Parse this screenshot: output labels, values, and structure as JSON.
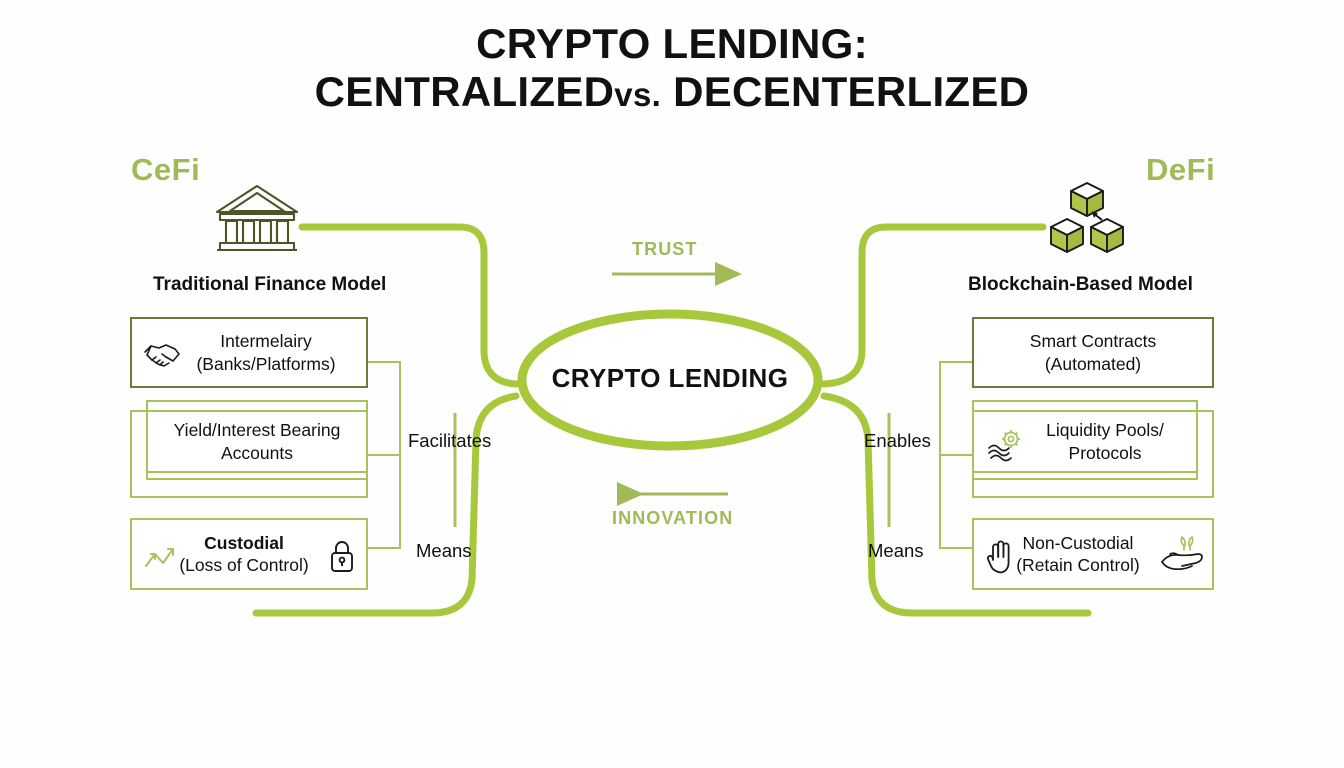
{
  "title": {
    "line1": "CRYPTO LENDING:",
    "line2_a": "CENTRALIZED",
    "line2_vs": "vs.",
    "line2_b": "DECENTERLIZED"
  },
  "colors": {
    "accent_bright": "#A8C83C",
    "accent_muted": "#9FBA57",
    "accent_line": "#A9C25C",
    "accent_dark": "#6E7A3A",
    "text": "#111111",
    "background": "#FEFEFE"
  },
  "center": {
    "label": "CRYPTO LENDING",
    "shape": "ellipse"
  },
  "flows": [
    {
      "id": "trust",
      "label": "TRUST",
      "direction": "right",
      "icon": "arrow-right-icon"
    },
    {
      "id": "innovation",
      "label": "INNOVATION",
      "direction": "left",
      "icon": "arrow-left-icon"
    }
  ],
  "left": {
    "tag": "CeFi",
    "model_label": "Traditional Finance Model",
    "top_icon": "bank-icon",
    "relations": [
      {
        "id": "facilitates",
        "label": "Facilitates"
      },
      {
        "id": "means",
        "label": "Means"
      }
    ],
    "boxes": [
      {
        "id": "intermediary",
        "lines": [
          "Intermelairy",
          "(Banks/Platforms)"
        ],
        "icons": [
          "handshake-icon"
        ],
        "border": "dark",
        "bold": false
      },
      {
        "id": "yield-accounts",
        "lines": [
          "Yield/Interest Bearing",
          "Accounts"
        ],
        "icons": [],
        "border": "light",
        "bold": false
      },
      {
        "id": "custodial",
        "lines": [
          "Custodial",
          "(Loss of Control)"
        ],
        "icons": [
          "up-arrows-icon",
          "lock-icon"
        ],
        "border": "light",
        "bold": true
      }
    ]
  },
  "right": {
    "tag": "DeFi",
    "model_label": "Blockchain-Based Model",
    "top_icon": "blockchain-cubes-icon",
    "relations": [
      {
        "id": "enables",
        "label": "Enables"
      },
      {
        "id": "means",
        "label": "Means"
      }
    ],
    "boxes": [
      {
        "id": "smart-contracts",
        "lines": [
          "Smart Contracts",
          "(Automated)"
        ],
        "icons": [],
        "border": "dark",
        "bold": false
      },
      {
        "id": "liquidity-pools",
        "lines": [
          "Liquidity Pools/",
          "Protocols"
        ],
        "icons": [
          "gear-waves-icon"
        ],
        "border": "light",
        "bold": false
      },
      {
        "id": "non-custodial",
        "lines": [
          "Non-Custodial",
          "(Retain Control)"
        ],
        "icons": [
          "raised-hand-icon",
          "open-hand-sprout-icon"
        ],
        "border": "light",
        "bold": false
      }
    ]
  }
}
